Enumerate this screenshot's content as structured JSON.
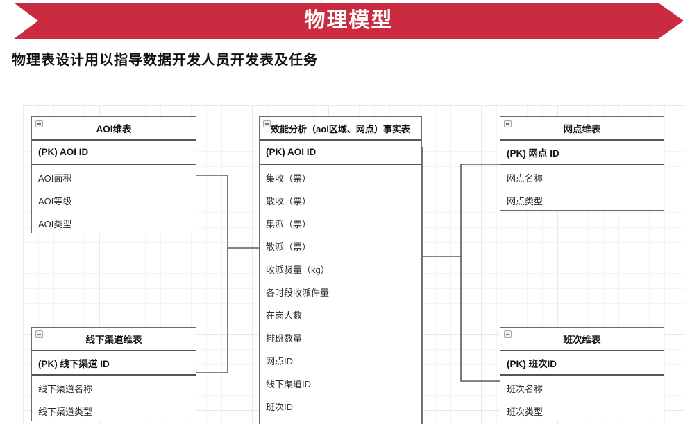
{
  "banner": {
    "title": "物理模型",
    "color": "#CB2B41"
  },
  "subtitle": "物理表设计用以指导数据开发人员开发表及任务",
  "diagram": {
    "type": "er-diagram",
    "entities": [
      {
        "id": "aoi-dim",
        "title": "AOI维表",
        "primary_key": "(PK) AOI ID",
        "fields": [
          "AOI面积",
          "AOI等级",
          "AOI类型"
        ]
      },
      {
        "id": "efficiency-fact",
        "title": "效能分析（aoi区域、网点）事实表",
        "primary_key": "(PK) AOI ID",
        "fields": [
          "集收（票）",
          "散收（票）",
          "集派（票）",
          "散派（票）",
          "收派货量（kg）",
          "各时段收派件量",
          "在岗人数",
          "排班数量",
          "网点ID",
          "线下渠道ID",
          "班次ID"
        ]
      },
      {
        "id": "outlet-dim",
        "title": "网点维表",
        "primary_key": "(PK) 网点 ID",
        "fields": [
          "网点名称",
          "网点类型"
        ]
      },
      {
        "id": "offline-channel-dim",
        "title": "线下渠道维表",
        "primary_key": "(PK) 线下渠道 ID",
        "fields": [
          "线下渠道名称",
          "线下渠道类型"
        ]
      },
      {
        "id": "shift-dim",
        "title": "班次维表",
        "primary_key": "(PK) 班次ID",
        "fields": [
          "班次名称",
          "班次类型"
        ]
      }
    ],
    "relationships": [
      {
        "from": "aoi-dim",
        "to": "efficiency-fact"
      },
      {
        "from": "offline-channel-dim",
        "to": "efficiency-fact"
      },
      {
        "from": "outlet-dim",
        "to": "efficiency-fact"
      },
      {
        "from": "shift-dim",
        "to": "efficiency-fact"
      }
    ],
    "line_color": "#5a5a5a",
    "grid": true
  }
}
